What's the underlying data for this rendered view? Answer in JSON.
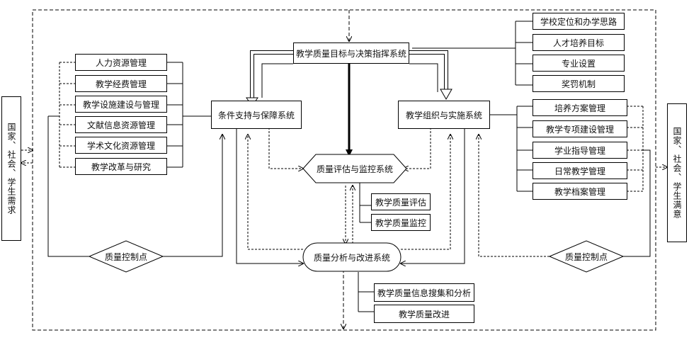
{
  "left_need": "国家、社会、学生需求",
  "right_satisfaction": "国家、社会、学生满意",
  "top_system": "教学质量目标与决策指挥系统",
  "condition_system": "条件支持与保障系统",
  "organization_system": "教学组织与实施系统",
  "evaluation_system": "质量评估与监控系统",
  "analysis_system": "质量分析与改进系统",
  "left_items": [
    "人力资源管理",
    "教学经费管理",
    "教学设施建设与管理",
    "文献信息资源管理",
    "学术文化资源管理",
    "教学改革与研究"
  ],
  "right_top_items": [
    "学校定位和办学思路",
    "人才培养目标",
    "专业设置",
    "奖罚机制"
  ],
  "right_items": [
    "培养方案管理",
    "教学专项建设管理",
    "学业指导管理",
    "日常教学管理",
    "教学档案管理"
  ],
  "eval_items": [
    "教学质量评估",
    "教学质量监控"
  ],
  "analysis_items": [
    "教学质量信息搜集和分析",
    "教学质量改进"
  ],
  "control_point_left": "质量控制点",
  "control_point_right": "质量控制点"
}
